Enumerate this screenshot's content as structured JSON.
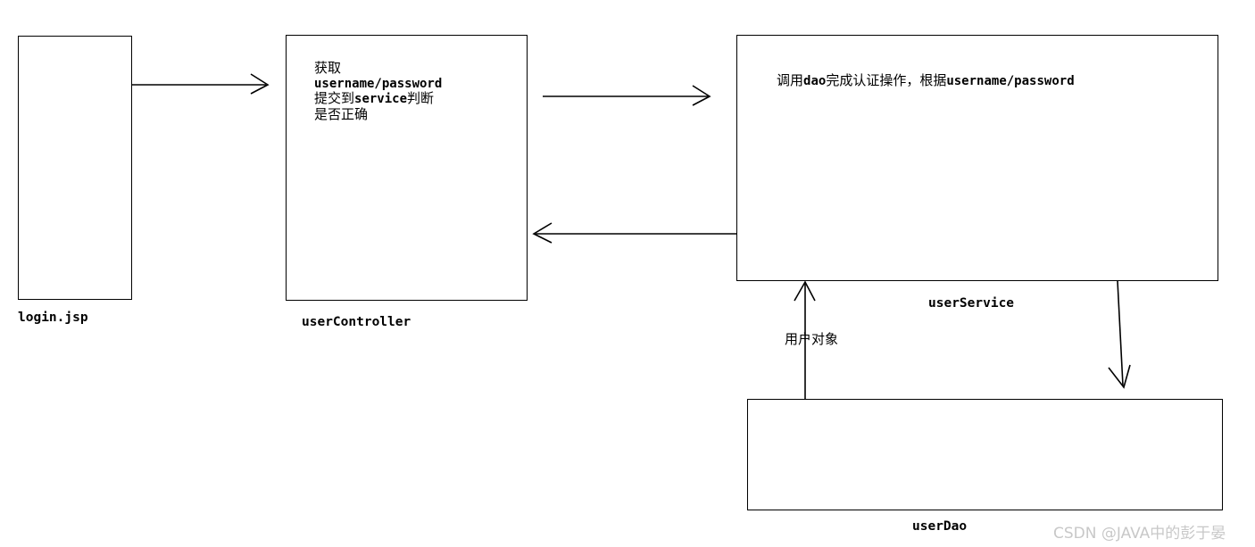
{
  "diagram": {
    "title": "",
    "boxes": [
      {
        "id": "login-jsp",
        "caption": "login.jsp",
        "body": ""
      },
      {
        "id": "user-controller",
        "caption": "userController",
        "body_lines": [
          "获取",
          "username/password",
          "提交到service判断",
          "是否正确"
        ]
      },
      {
        "id": "user-service",
        "caption": "userService",
        "body_lines": [
          "调用dao完成认证操作，根据username/password"
        ]
      },
      {
        "id": "user-dao",
        "caption": "userDao",
        "body_lines": []
      }
    ],
    "edge_labels": [
      {
        "id": "user-object",
        "text": "用户对象"
      }
    ],
    "watermark": "CSDN @JAVA中的彭于晏",
    "colors": {
      "stroke": "#000000",
      "background": "#ffffff",
      "watermark": "#c8c8c8"
    }
  }
}
